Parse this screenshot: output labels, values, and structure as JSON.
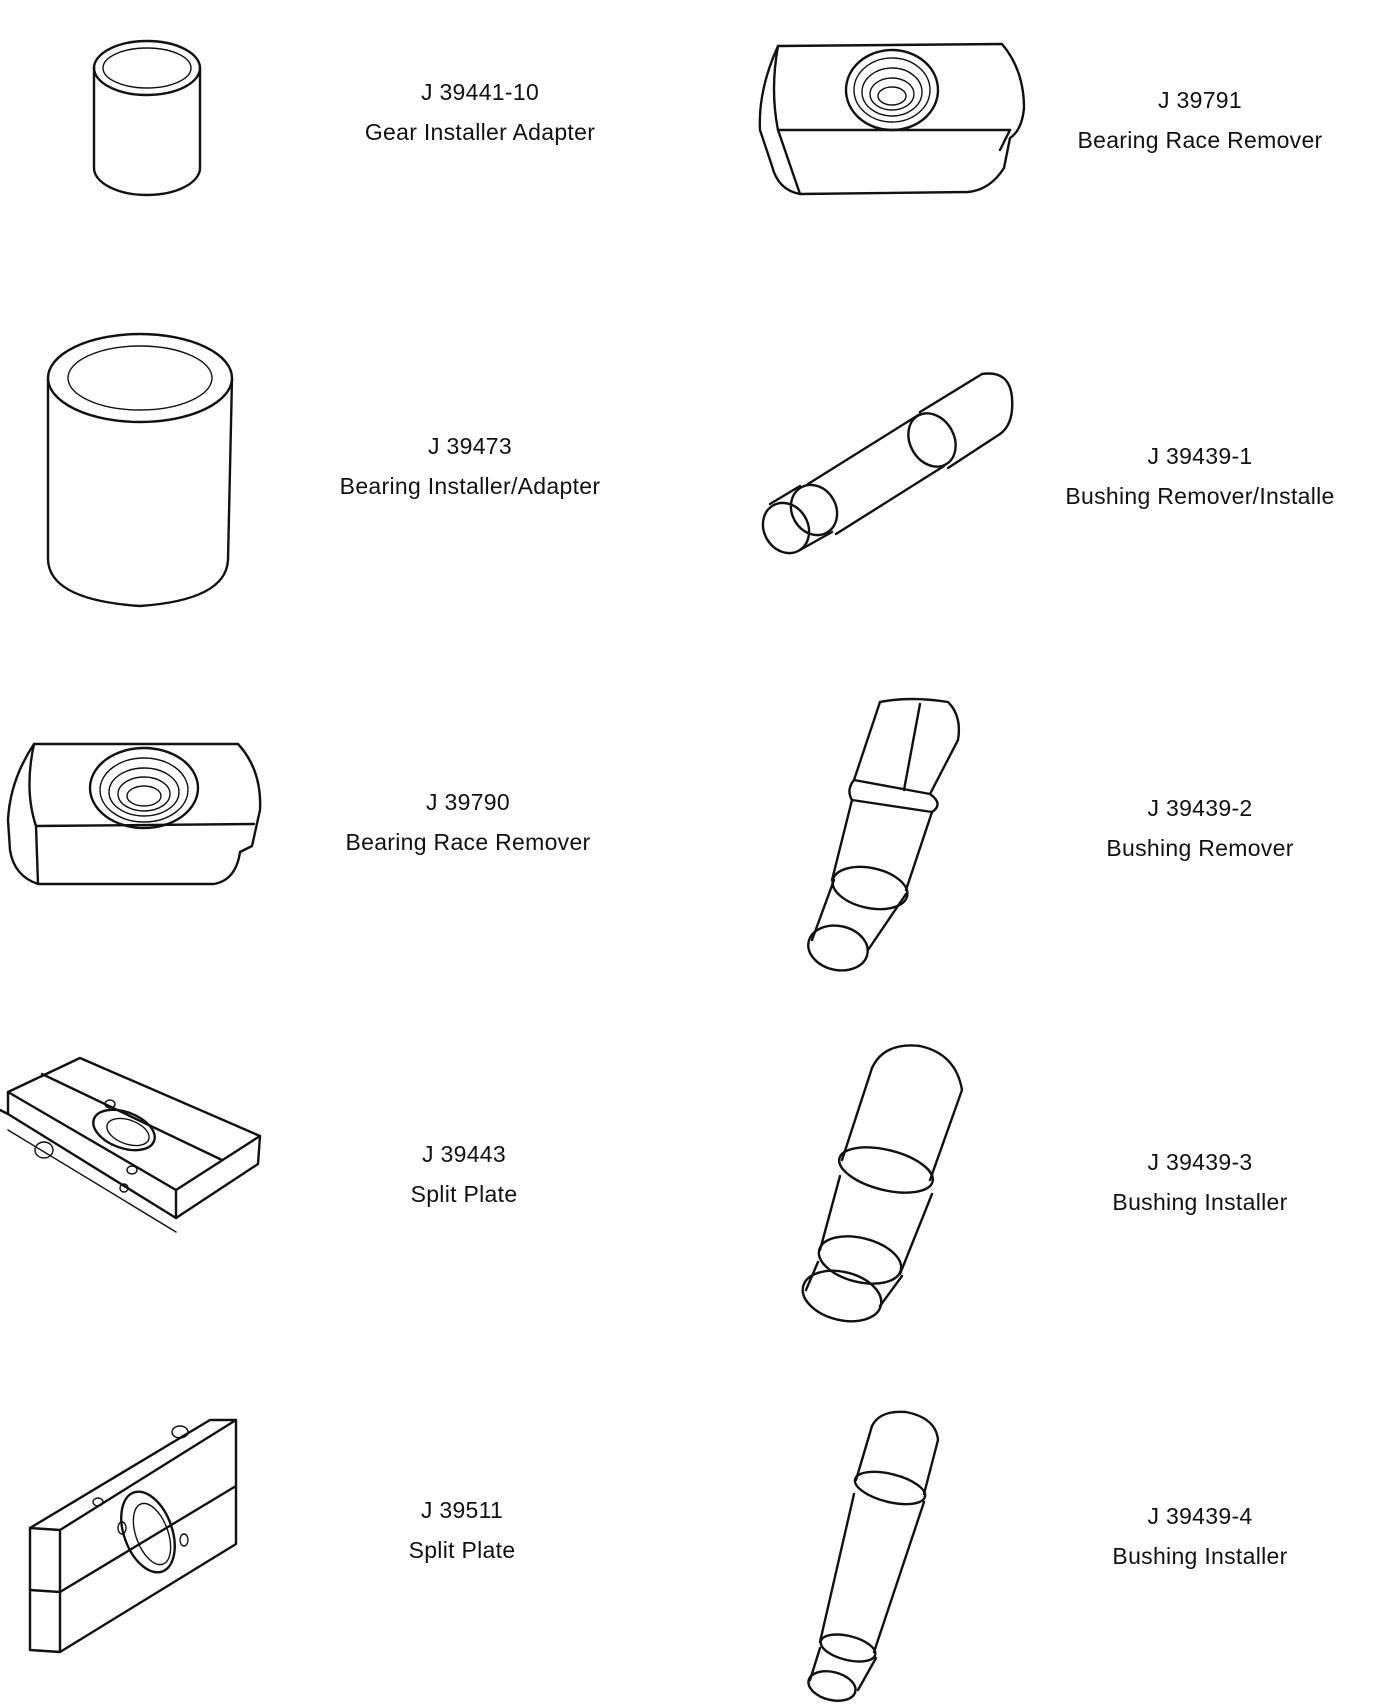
{
  "tools": [
    {
      "id": "gear-installer-adapter",
      "number": "J 39441-10",
      "name": "Gear Installer Adapter"
    },
    {
      "id": "bearing-race-remover-39791",
      "number": "J 39791",
      "name": "Bearing Race Remover"
    },
    {
      "id": "bearing-installer-adapter",
      "number": "J 39473",
      "name": "Bearing Installer/Adapter"
    },
    {
      "id": "bushing-remover-installer",
      "number": "J 39439-1",
      "name": "Bushing Remover/Installe"
    },
    {
      "id": "bearing-race-remover-39790",
      "number": "J 39790",
      "name": "Bearing Race Remover"
    },
    {
      "id": "bushing-remover",
      "number": "J 39439-2",
      "name": "Bushing Remover"
    },
    {
      "id": "split-plate-39443",
      "number": "J 39443",
      "name": "Split Plate"
    },
    {
      "id": "bushing-installer-3",
      "number": "J 39439-3",
      "name": "Bushing Installer"
    },
    {
      "id": "split-plate-39511",
      "number": "J 39511",
      "name": "Split Plate"
    },
    {
      "id": "bushing-installer-4",
      "number": "J 39439-4",
      "name": "Bushing Installer"
    }
  ]
}
